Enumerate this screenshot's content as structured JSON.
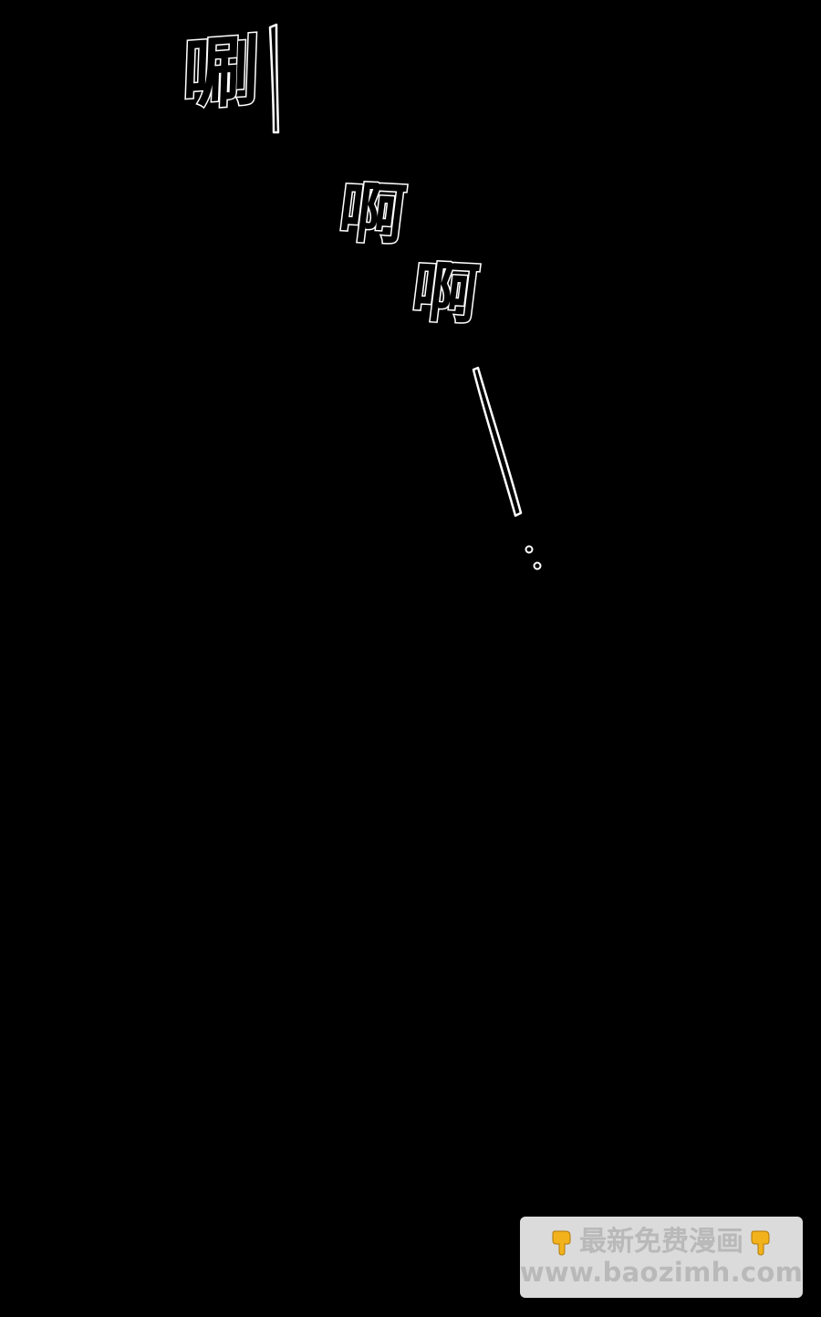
{
  "panel": {
    "sfx": [
      "唰",
      "啊",
      "啊"
    ]
  },
  "watermark": {
    "title": "最新免费漫画",
    "url": "www.baozimh.com",
    "icon_left": "pointing-down-hand-icon",
    "icon_right": "pointing-down-hand-icon",
    "icon_color": "#f2b21b",
    "text_color": "#b9b9b9"
  }
}
